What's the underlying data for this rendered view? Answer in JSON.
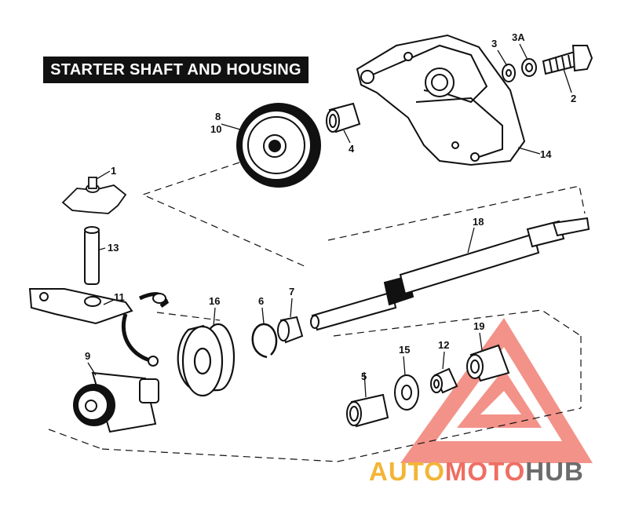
{
  "title": "STARTER SHAFT AND HOUSING",
  "callouts": {
    "c1": "1",
    "c2": "2",
    "c3": "3",
    "c3a": "3A",
    "c4": "4",
    "c5": "5",
    "c6": "6",
    "c7": "7",
    "c8": "8",
    "c9": "9",
    "c10": "10",
    "c11": "11",
    "c12": "12",
    "c13": "13",
    "c14": "14",
    "c15": "15",
    "c16": "16",
    "c18": "18",
    "c19": "19"
  },
  "watermark": {
    "part1": "AUTO",
    "part2": "MOTO",
    "part3": "HUB"
  },
  "colors": {
    "line": "#111111",
    "watermark_red": "#ef6e62",
    "watermark_yellow": "#f3b536",
    "watermark_gray": "#6c6c6c"
  }
}
